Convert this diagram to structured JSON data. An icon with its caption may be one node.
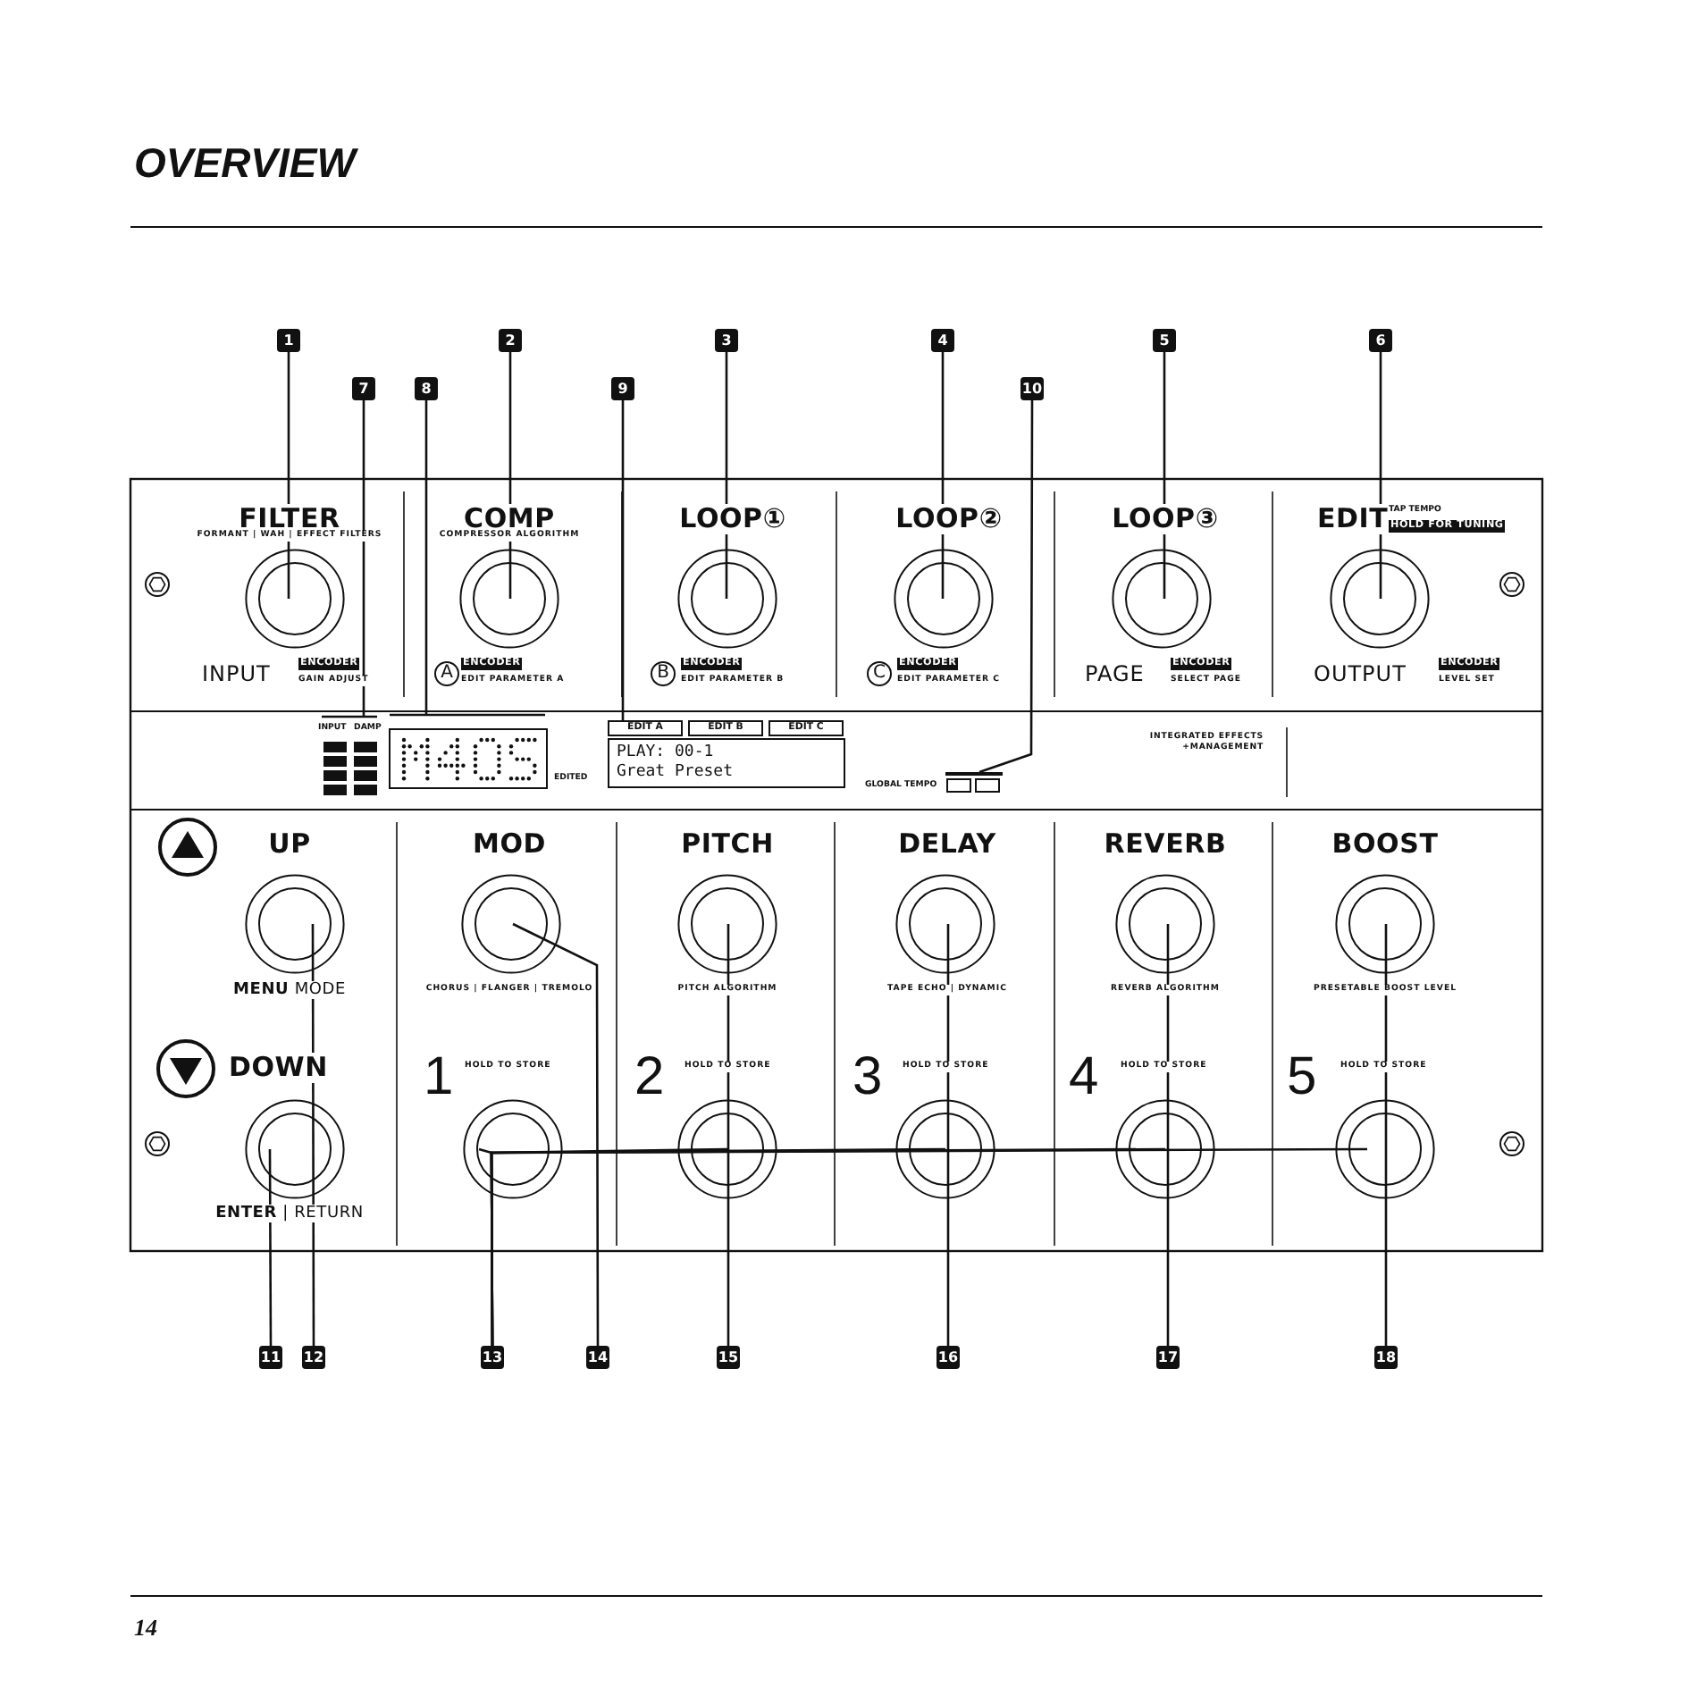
{
  "diagram": {
    "title": "OVERVIEW",
    "nodes": [
      {
        "text": [
          "1"
        ]
      },
      {
        "text": [
          "2"
        ]
      },
      {
        "text": [
          "3"
        ]
      },
      {
        "text": [
          "4"
        ]
      },
      {
        "text": [
          "5"
        ]
      },
      {
        "text": [
          "6"
        ]
      },
      {
        "text": [
          "7"
        ]
      },
      {
        "text": [
          "8"
        ]
      },
      {
        "text": [
          "9"
        ]
      },
      {
        "text": [
          "10"
        ]
      },
      {
        "text": [
          "11"
        ]
      },
      {
        "text": [
          "12"
        ]
      },
      {
        "text": [
          "13"
        ]
      },
      {
        "text": [
          "14"
        ]
      },
      {
        "text": [
          "15"
        ]
      },
      {
        "text": [
          "16"
        ]
      },
      {
        "text": [
          "17"
        ]
      },
      {
        "text": [
          "18"
        ]
      },
      {
        "text": [],
        "shape": "circle"
      },
      {
        "text": [],
        "shape": "circle"
      },
      {
        "text": [],
        "shape": "circle"
      },
      {
        "text": [],
        "shape": "circle"
      },
      {
        "text": [],
        "shape": "circle"
      },
      {
        "text": [],
        "shape": "circle"
      },
      {
        "text": [
          "INPUT",
          "DAMP"
        ]
      },
      {
        "text": [],
        "shape": "box",
        "beside": [
          "EDITED"
        ]
      },
      {
        "text": [
          "EDIT A",
          "EDIT B",
          "EDIT C",
          "PLAY: 00-1",
          "Great Preset"
        ]
      },
      {
        "text": [],
        "shape": "box",
        "beside": [
          "GLOBAL TEMPO"
        ]
      },
      {
        "text": [],
        "shape": "circle"
      },
      {
        "text": [],
        "shape": "circle"
      },
      {
        "text": [],
        "shape": "circle"
      },
      {
        "text": [],
        "shape": "circle"
      },
      {
        "text": [],
        "shape": "circle"
      },
      {
        "text": [],
        "shape": "circle"
      },
      {
        "text": [],
        "shape": "circle"
      },
      {
        "text": [],
        "shape": "circle"
      },
      {
        "text": [],
        "shape": "circle"
      },
      {
        "text": [],
        "shape": "circle"
      },
      {
        "text": [],
        "shape": "circle"
      },
      {
        "text": [],
        "shape": "circle"
      }
    ],
    "edges": [
      {
        "from": 0,
        "to": 18,
        "arrow": "none"
      },
      {
        "from": 1,
        "to": 19,
        "arrow": "none"
      },
      {
        "from": 2,
        "to": 20,
        "arrow": "none"
      },
      {
        "from": 3,
        "to": 21,
        "arrow": "none"
      },
      {
        "from": 4,
        "to": 22,
        "arrow": "none"
      },
      {
        "from": 5,
        "to": 23,
        "arrow": "none"
      },
      {
        "from": 6,
        "to": 24,
        "arrow": "none"
      },
      {
        "from": 7,
        "to": 25,
        "arrow": "none"
      },
      {
        "from": 8,
        "to": 26,
        "arrow": "none"
      },
      {
        "from": 9,
        "to": 27,
        "arrow": "none"
      },
      {
        "from": 10,
        "to": 28,
        "arrow": "none"
      },
      {
        "from": 11,
        "to": 29,
        "arrow": "none"
      },
      {
        "from": 12,
        "to": 30,
        "arrow": "none"
      },
      {
        "from": 12,
        "to": 31,
        "arrow": "none"
      },
      {
        "from": 12,
        "to": 32,
        "arrow": "none"
      },
      {
        "from": 12,
        "to": 33,
        "arrow": "none"
      },
      {
        "from": 12,
        "to": 34,
        "arrow": "none"
      },
      {
        "from": 13,
        "to": 35,
        "arrow": "none"
      },
      {
        "from": 14,
        "to": 36,
        "arrow": "none"
      },
      {
        "from": 15,
        "to": 37,
        "arrow": "none"
      },
      {
        "from": 16,
        "to": 38,
        "arrow": "none"
      },
      {
        "from": 17,
        "to": 39,
        "arrow": "none"
      }
    ],
    "labels": [
      "FILTER",
      "FORMANT | WAH | EFFECT FILTERS",
      "COMP",
      "COMPRESSOR ALGORITHM",
      "LOOP①",
      "LOOP②",
      "LOOP③",
      "EDIT",
      "TAP TEMPO",
      "HOLD FOR TUNING",
      "INPUT",
      "ENCODER",
      "GAIN ADJUST",
      "A",
      "ENCODER",
      "EDIT PARAMETER A",
      "B",
      "ENCODER",
      "EDIT PARAMETER B",
      "C",
      "ENCODER",
      "EDIT PARAMETER C",
      "PAGE",
      "ENCODER",
      "SELECT PAGE",
      "OUTPUT",
      "ENCODER",
      "LEVEL SET",
      "INTEGRATED EFFECTS +MANAGEMENT",
      "UP",
      "**MENU** MODE",
      "DOWN",
      "**ENTER** | RETURN",
      "MOD",
      "CHORUS | FLANGER | TREMOLO",
      "PITCH",
      "PITCH ALGORITHM",
      "DELAY",
      "TAPE ECHO | DYNAMIC",
      "REVERB",
      "REVERB ALGORITHM",
      "BOOST",
      "PRESETABLE BOOST LEVEL",
      "1",
      "HOLD TO STORE",
      "2",
      "HOLD TO STORE",
      "3",
      "HOLD TO STORE",
      "4",
      "HOLD TO STORE",
      "5",
      "HOLD TO STORE",
      "14"
    ]
  }
}
